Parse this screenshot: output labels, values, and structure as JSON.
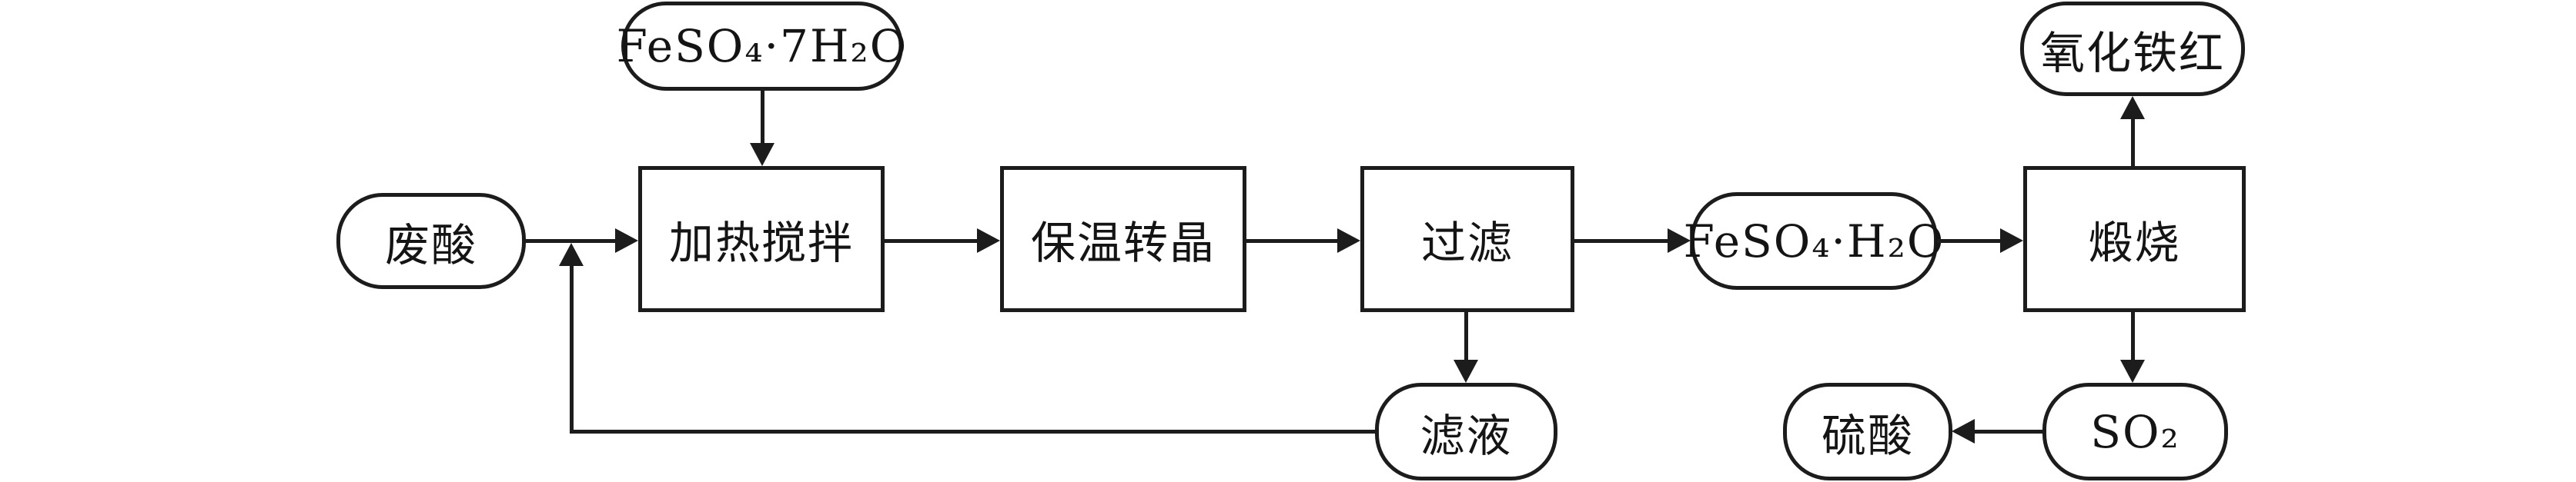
{
  "diagram": {
    "type": "process-flowchart",
    "colors": {
      "line": "#1c1c1c",
      "background": "#ffffff",
      "text": "#141414"
    },
    "nodes": {
      "feso4_7h2o": {
        "label": "FeSO₄·7H₂O",
        "shape": "stadium"
      },
      "waste_acid": {
        "label": "废酸",
        "shape": "stadium"
      },
      "heat_stir": {
        "label": "加热搅拌",
        "shape": "rect"
      },
      "hold_transform": {
        "label": "保温转晶",
        "shape": "rect"
      },
      "filter": {
        "label": "过滤",
        "shape": "rect"
      },
      "feso4_h2o": {
        "label": "FeSO₄·H₂O",
        "shape": "stadium"
      },
      "calcine": {
        "label": "煅烧",
        "shape": "rect"
      },
      "iron_oxide_red": {
        "label": "氧化铁红",
        "shape": "stadium"
      },
      "filtrate": {
        "label": "滤液",
        "shape": "stadium"
      },
      "so2": {
        "label": "SO₂",
        "shape": "stadium"
      },
      "sulfuric_acid": {
        "label": "硫酸",
        "shape": "stadium"
      }
    },
    "edges": [
      {
        "from": "feso4_7h2o",
        "to": "heat_stir"
      },
      {
        "from": "waste_acid",
        "to": "heat_stir"
      },
      {
        "from": "heat_stir",
        "to": "hold_transform"
      },
      {
        "from": "hold_transform",
        "to": "filter"
      },
      {
        "from": "filter",
        "to": "feso4_h2o"
      },
      {
        "from": "feso4_h2o",
        "to": "calcine"
      },
      {
        "from": "calcine",
        "to": "iron_oxide_red"
      },
      {
        "from": "calcine",
        "to": "so2"
      },
      {
        "from": "so2",
        "to": "sulfuric_acid"
      },
      {
        "from": "filter",
        "to": "filtrate"
      },
      {
        "from": "filtrate",
        "to": "heat_stir",
        "note": "recycle loop joining waste-acid feed line"
      }
    ]
  }
}
